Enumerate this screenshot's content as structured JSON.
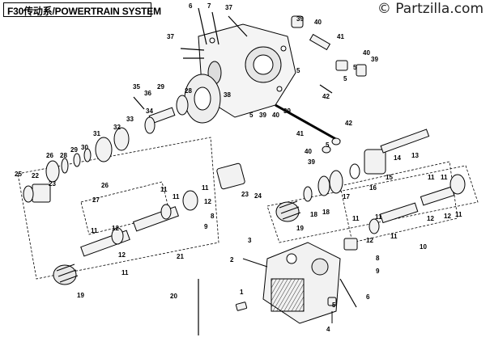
{
  "title": "F30传动系/POWERTRAIN SYSTEM",
  "watermark": "© Partzilla.com",
  "callouts": [
    "1",
    "2",
    "3",
    "4",
    "5",
    "6",
    "7",
    "8",
    "9",
    "10",
    "11",
    "12",
    "13",
    "14",
    "15",
    "16",
    "17",
    "18",
    "19",
    "20",
    "21",
    "22",
    "23",
    "24",
    "25",
    "26",
    "27",
    "28",
    "29",
    "30",
    "31",
    "32",
    "33",
    "34",
    "35",
    "36",
    "37",
    "38",
    "39",
    "40",
    "41",
    "42"
  ]
}
